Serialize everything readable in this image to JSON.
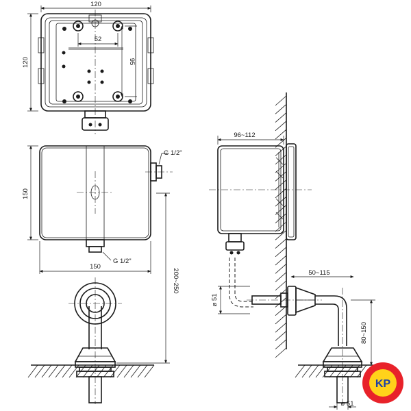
{
  "dimensions": {
    "top_width": "120",
    "top_height": "120",
    "hole_spacing_h": "52",
    "hole_spacing_v": "95",
    "front_height": "150",
    "front_width": "150",
    "depth": "96~112",
    "offset": "50~115",
    "install_height": "200~250",
    "vertical_drop": "80~150",
    "pipe_diameter_left": "ø 51",
    "pipe_diameter_right": "ø 51"
  },
  "labels": {
    "thread_side": "G 1/2\"",
    "thread_bottom": "G 1/2\""
  },
  "logo": {
    "text": "KP",
    "outer_color": "#e8222a",
    "inner_color": "#ffd21a",
    "text_color": "#1a3fa8"
  }
}
